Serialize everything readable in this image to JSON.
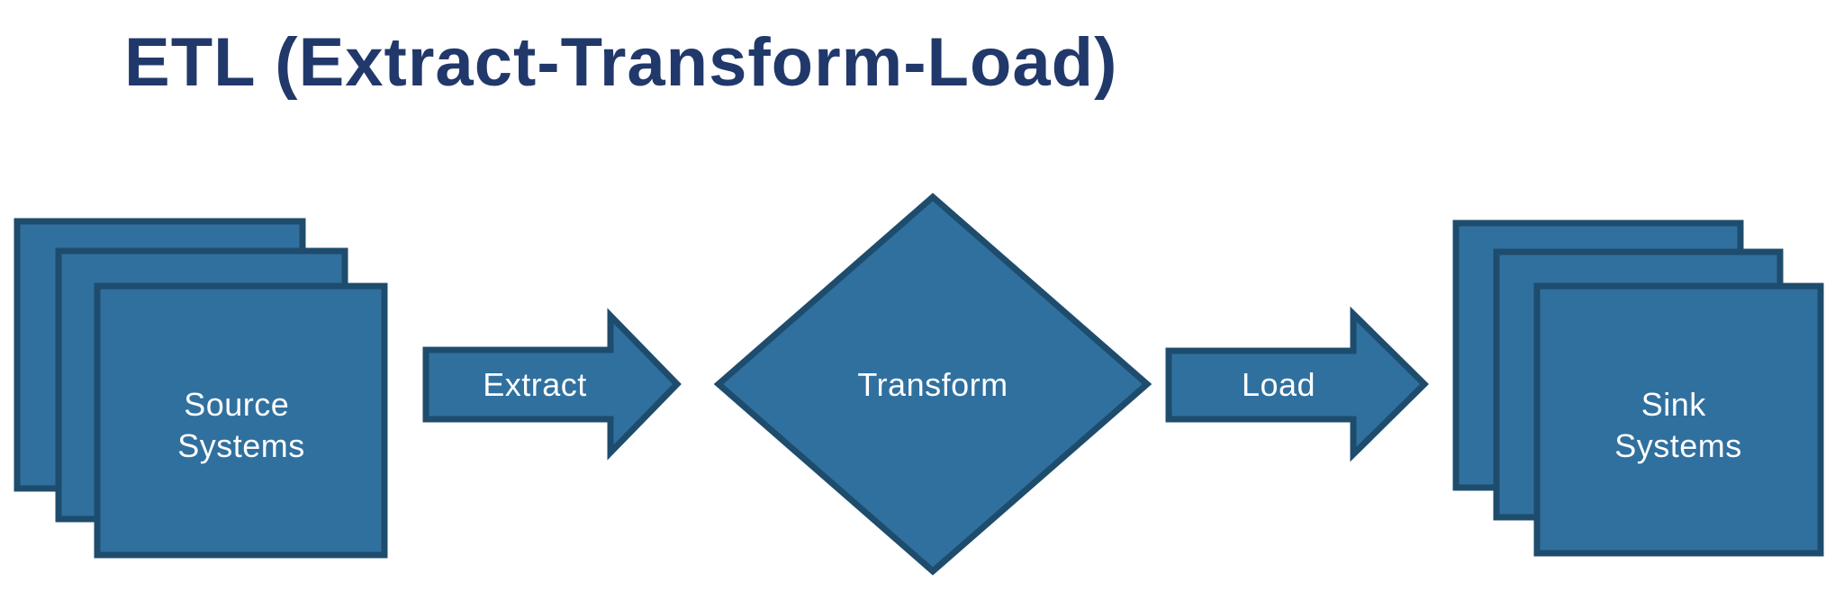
{
  "title": "ETL (Extract-Transform-Load)",
  "colors": {
    "background": "#ffffff",
    "title_text": "#21386b",
    "shape_fill": "#30709f",
    "shape_stroke": "#1e4c6d",
    "label_text": "#ffffff"
  },
  "nodes": {
    "source": {
      "line1": "Source",
      "line2": "Systems"
    },
    "transform": {
      "label": "Transform"
    },
    "sink": {
      "line1": "Sink",
      "line2": "Systems"
    }
  },
  "arrows": {
    "extract": {
      "label": "Extract"
    },
    "load": {
      "label": "Load"
    }
  }
}
